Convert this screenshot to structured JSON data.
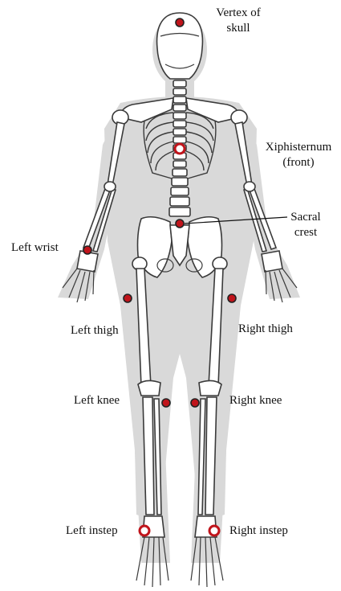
{
  "colors": {
    "silhouette": "#d9d9d9",
    "marker_fill": "#c0141b",
    "marker_stroke": "#222222",
    "bone_outline": "#3a3a3a",
    "text": "#111111"
  },
  "labels": {
    "vertex_line1": "Vertex of",
    "vertex_line2": "skull",
    "xiphi_line1": "Xiphisternum",
    "xiphi_line2": "(front)",
    "sacral_line1": "Sacral",
    "sacral_line2": "crest",
    "left_wrist": "Left wrist",
    "left_thigh": "Left thigh",
    "right_thigh": "Right thigh",
    "left_knee": "Left knee",
    "right_knee": "Right knee",
    "left_instep": "Left instep",
    "right_instep": "Right instep"
  },
  "markers": [
    {
      "name": "vertex-of-skull-marker",
      "style": "solid"
    },
    {
      "name": "xiphisternum-marker",
      "style": "ring"
    },
    {
      "name": "sacral-crest-marker",
      "style": "solid"
    },
    {
      "name": "left-wrist-marker",
      "style": "solid"
    },
    {
      "name": "left-thigh-marker",
      "style": "solid"
    },
    {
      "name": "right-thigh-marker",
      "style": "solid"
    },
    {
      "name": "left-knee-marker",
      "style": "solid"
    },
    {
      "name": "right-knee-marker",
      "style": "solid"
    },
    {
      "name": "left-instep-marker",
      "style": "ring"
    },
    {
      "name": "right-instep-marker",
      "style": "ring"
    }
  ]
}
